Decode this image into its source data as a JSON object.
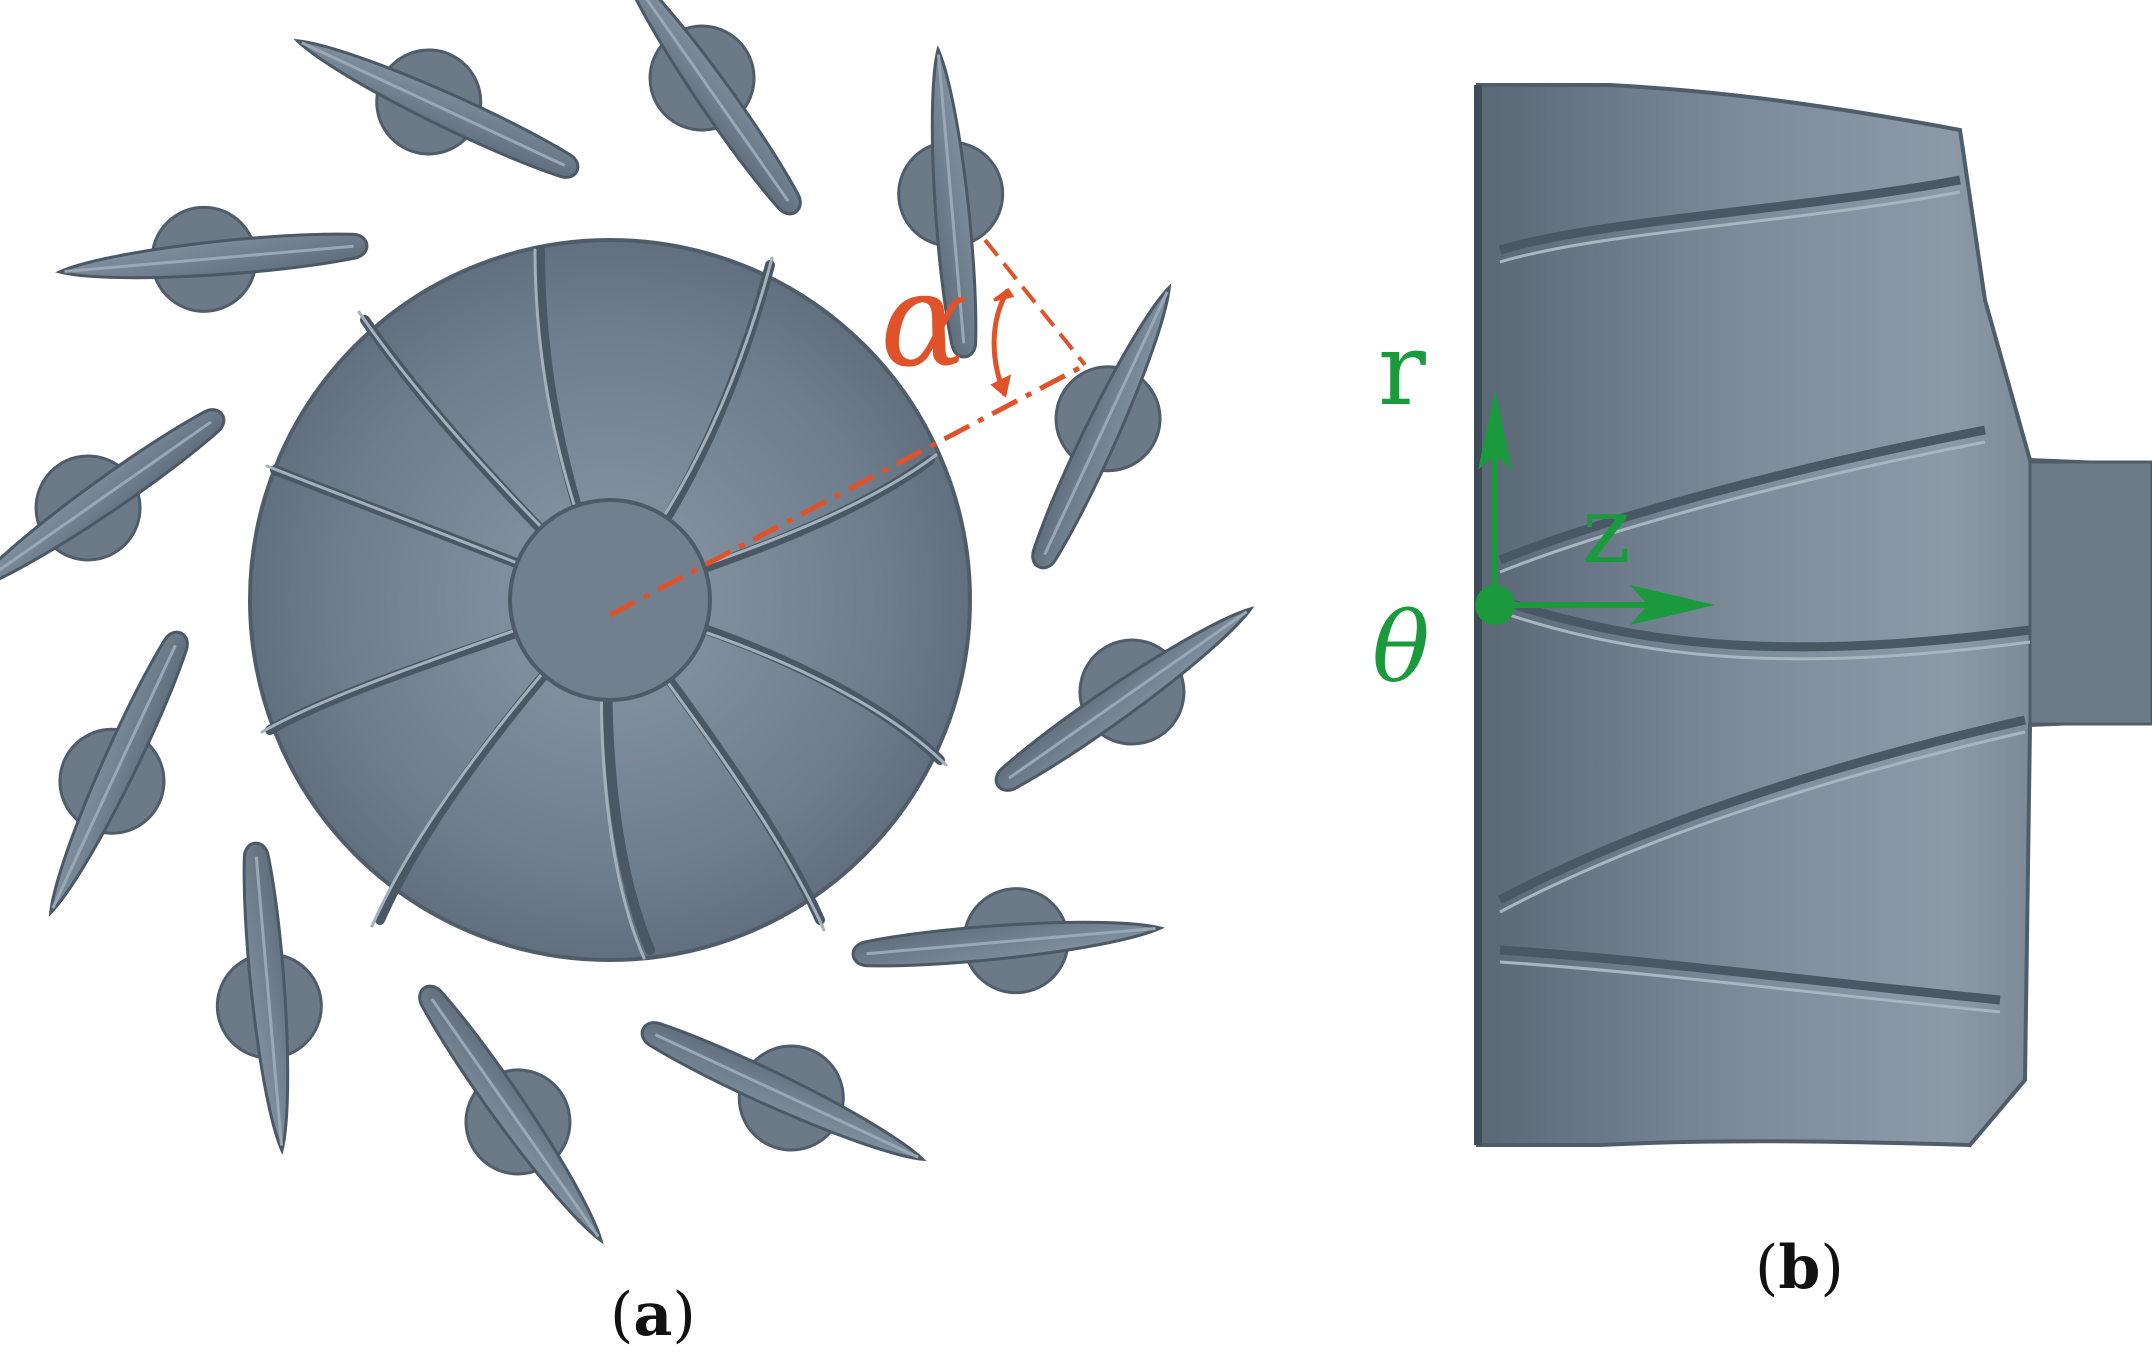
{
  "labels": {
    "alpha": "α",
    "r": "r",
    "z": "z",
    "theta": "θ",
    "caption_a_open": "(",
    "caption_a_letter": "a",
    "caption_a_close": ")",
    "caption_b_open": "(",
    "caption_b_letter": "b",
    "caption_b_close": ")"
  },
  "colors": {
    "metal": "#6f7f8f",
    "metal_dark": "#4f5d6b",
    "metal_light": "#9aa7b4",
    "angle_red": "#e0522a",
    "axis_green": "#1a9a3c"
  }
}
